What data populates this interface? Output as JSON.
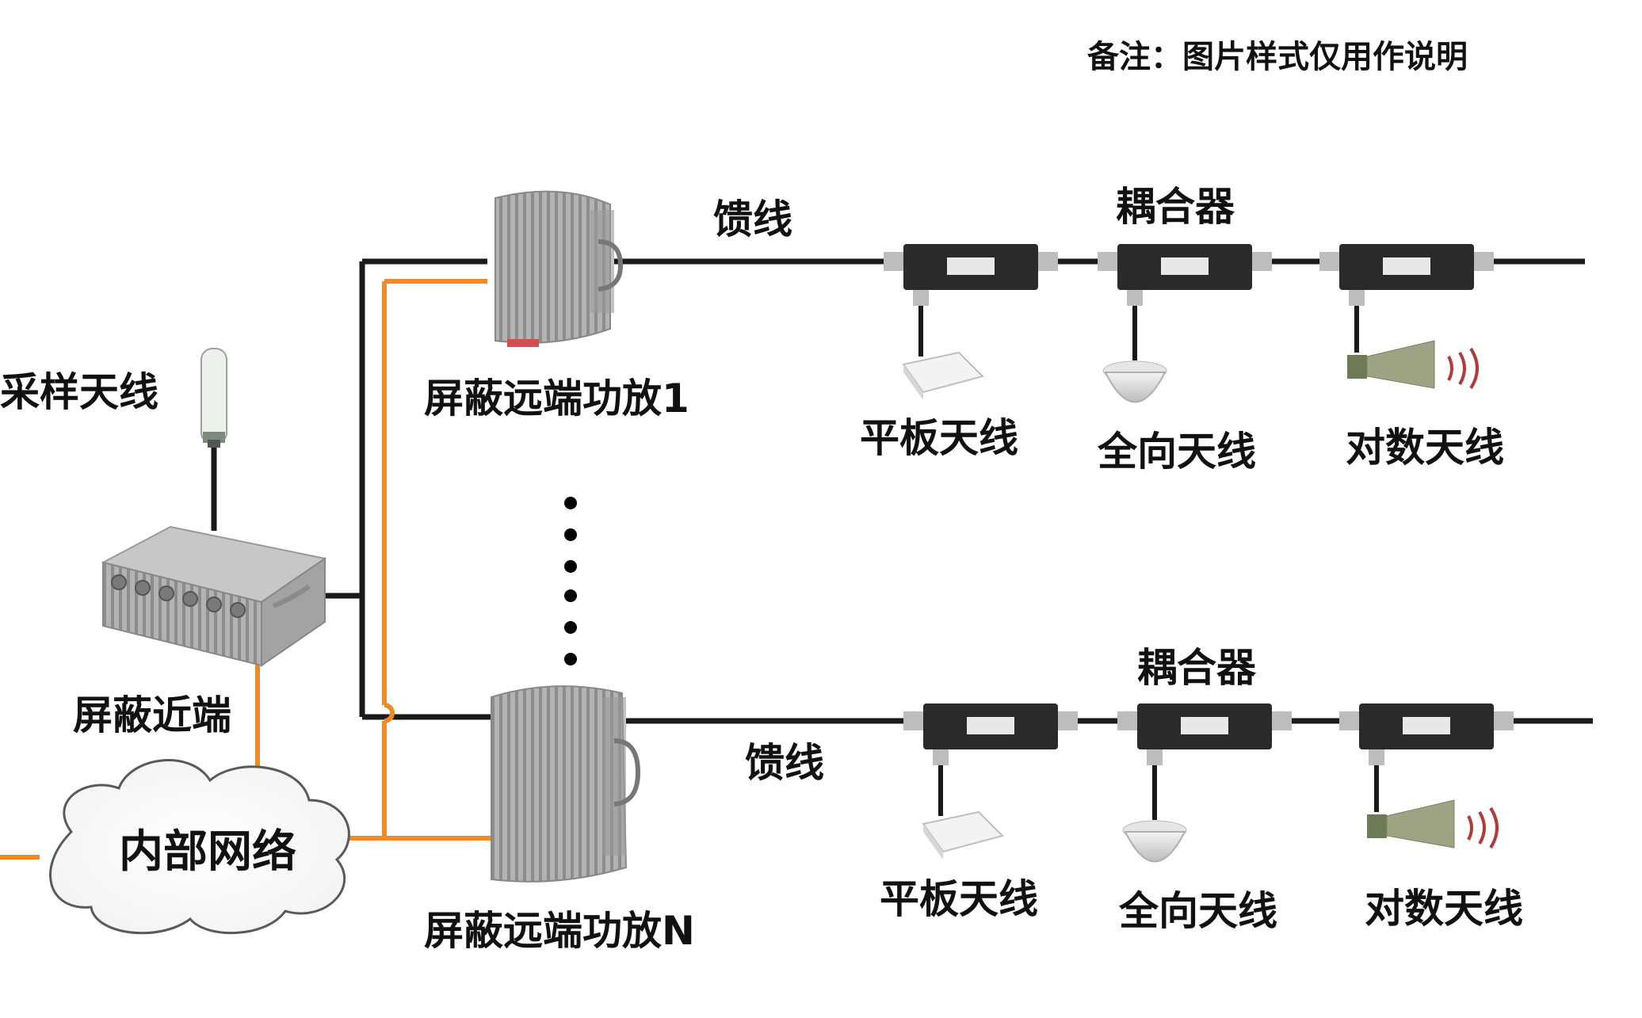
{
  "note": "备注：图片样式仅用作说明",
  "sampling_antenna_label": "采样天线",
  "near_end_label": "屏蔽近端",
  "network_label": "内部网络",
  "remote_amp_1_label": "屏蔽远端功放1",
  "remote_amp_n_label": "屏蔽远端功放N",
  "branches": [
    {
      "feeder_label": "馈线",
      "coupler_label": "耦合器",
      "antennas": [
        "平板天线",
        "全向天线",
        "对数天线"
      ]
    },
    {
      "feeder_label": "馈线",
      "coupler_label": "耦合器",
      "antennas": [
        "平板天线",
        "全向天线",
        "对数天线"
      ]
    }
  ],
  "colors": {
    "feeder_line": "#1a1a1a",
    "network_line": "#f08a24",
    "device_body": "#b8b8b8",
    "coupler_body": "#2a2a2a"
  }
}
